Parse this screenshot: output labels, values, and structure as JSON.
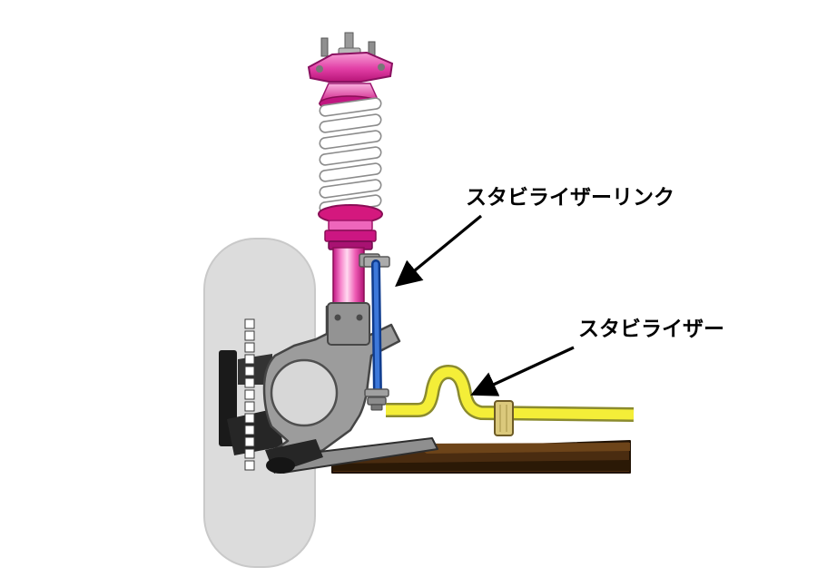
{
  "diagram": {
    "background": "#ffffff",
    "callouts": [
      {
        "label": "スタビライザーリンク",
        "target": "stabilizer-link"
      },
      {
        "label": "スタビライザー",
        "target": "stabilizer-bar"
      }
    ],
    "colors": {
      "strut_pink": "#d4187e",
      "strut_pink_light": "#ffc2e8",
      "link_blue": "#3d78da",
      "link_blue_dark": "#0f3c8e",
      "stabilizer_yellow": "#f4ee38",
      "stabilizer_outline": "#8b8b2e",
      "bushing_tan": "#dbc97c",
      "arm_brown": "#4a2c10",
      "arm_brown_dark": "#2b1906",
      "metal_gray": "#9c9c9c",
      "tire_gray": "#dcdcdc",
      "caliper_black": "#1a1a1a",
      "label_black": "#000000"
    }
  }
}
